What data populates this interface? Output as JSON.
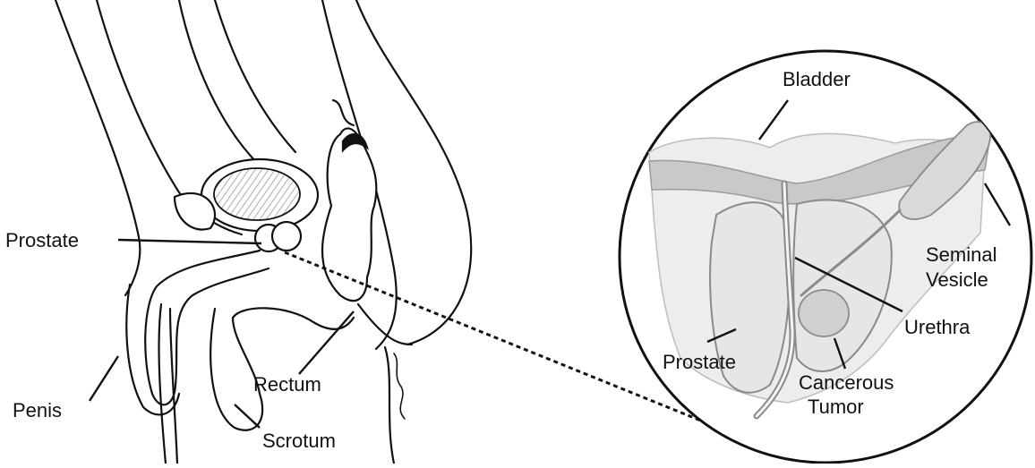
{
  "labels": {
    "prostate_left": "Prostate",
    "penis": "Penis",
    "rectum": "Rectum",
    "scrotum": "Scrotum",
    "bladder": "Bladder",
    "seminal_vesicle_line1": "Seminal",
    "seminal_vesicle_line2": "Vesicle",
    "urethra": "Urethra",
    "prostate_right": "Prostate",
    "cancerous_tumor_line1": "Cancerous",
    "cancerous_tumor_line2": "Tumor"
  },
  "colors": {
    "ink": "#111111",
    "bladder_band": "#c9c9c9",
    "prostate_fill": "#e6e6e6",
    "tissue": "#bdbdbd"
  }
}
